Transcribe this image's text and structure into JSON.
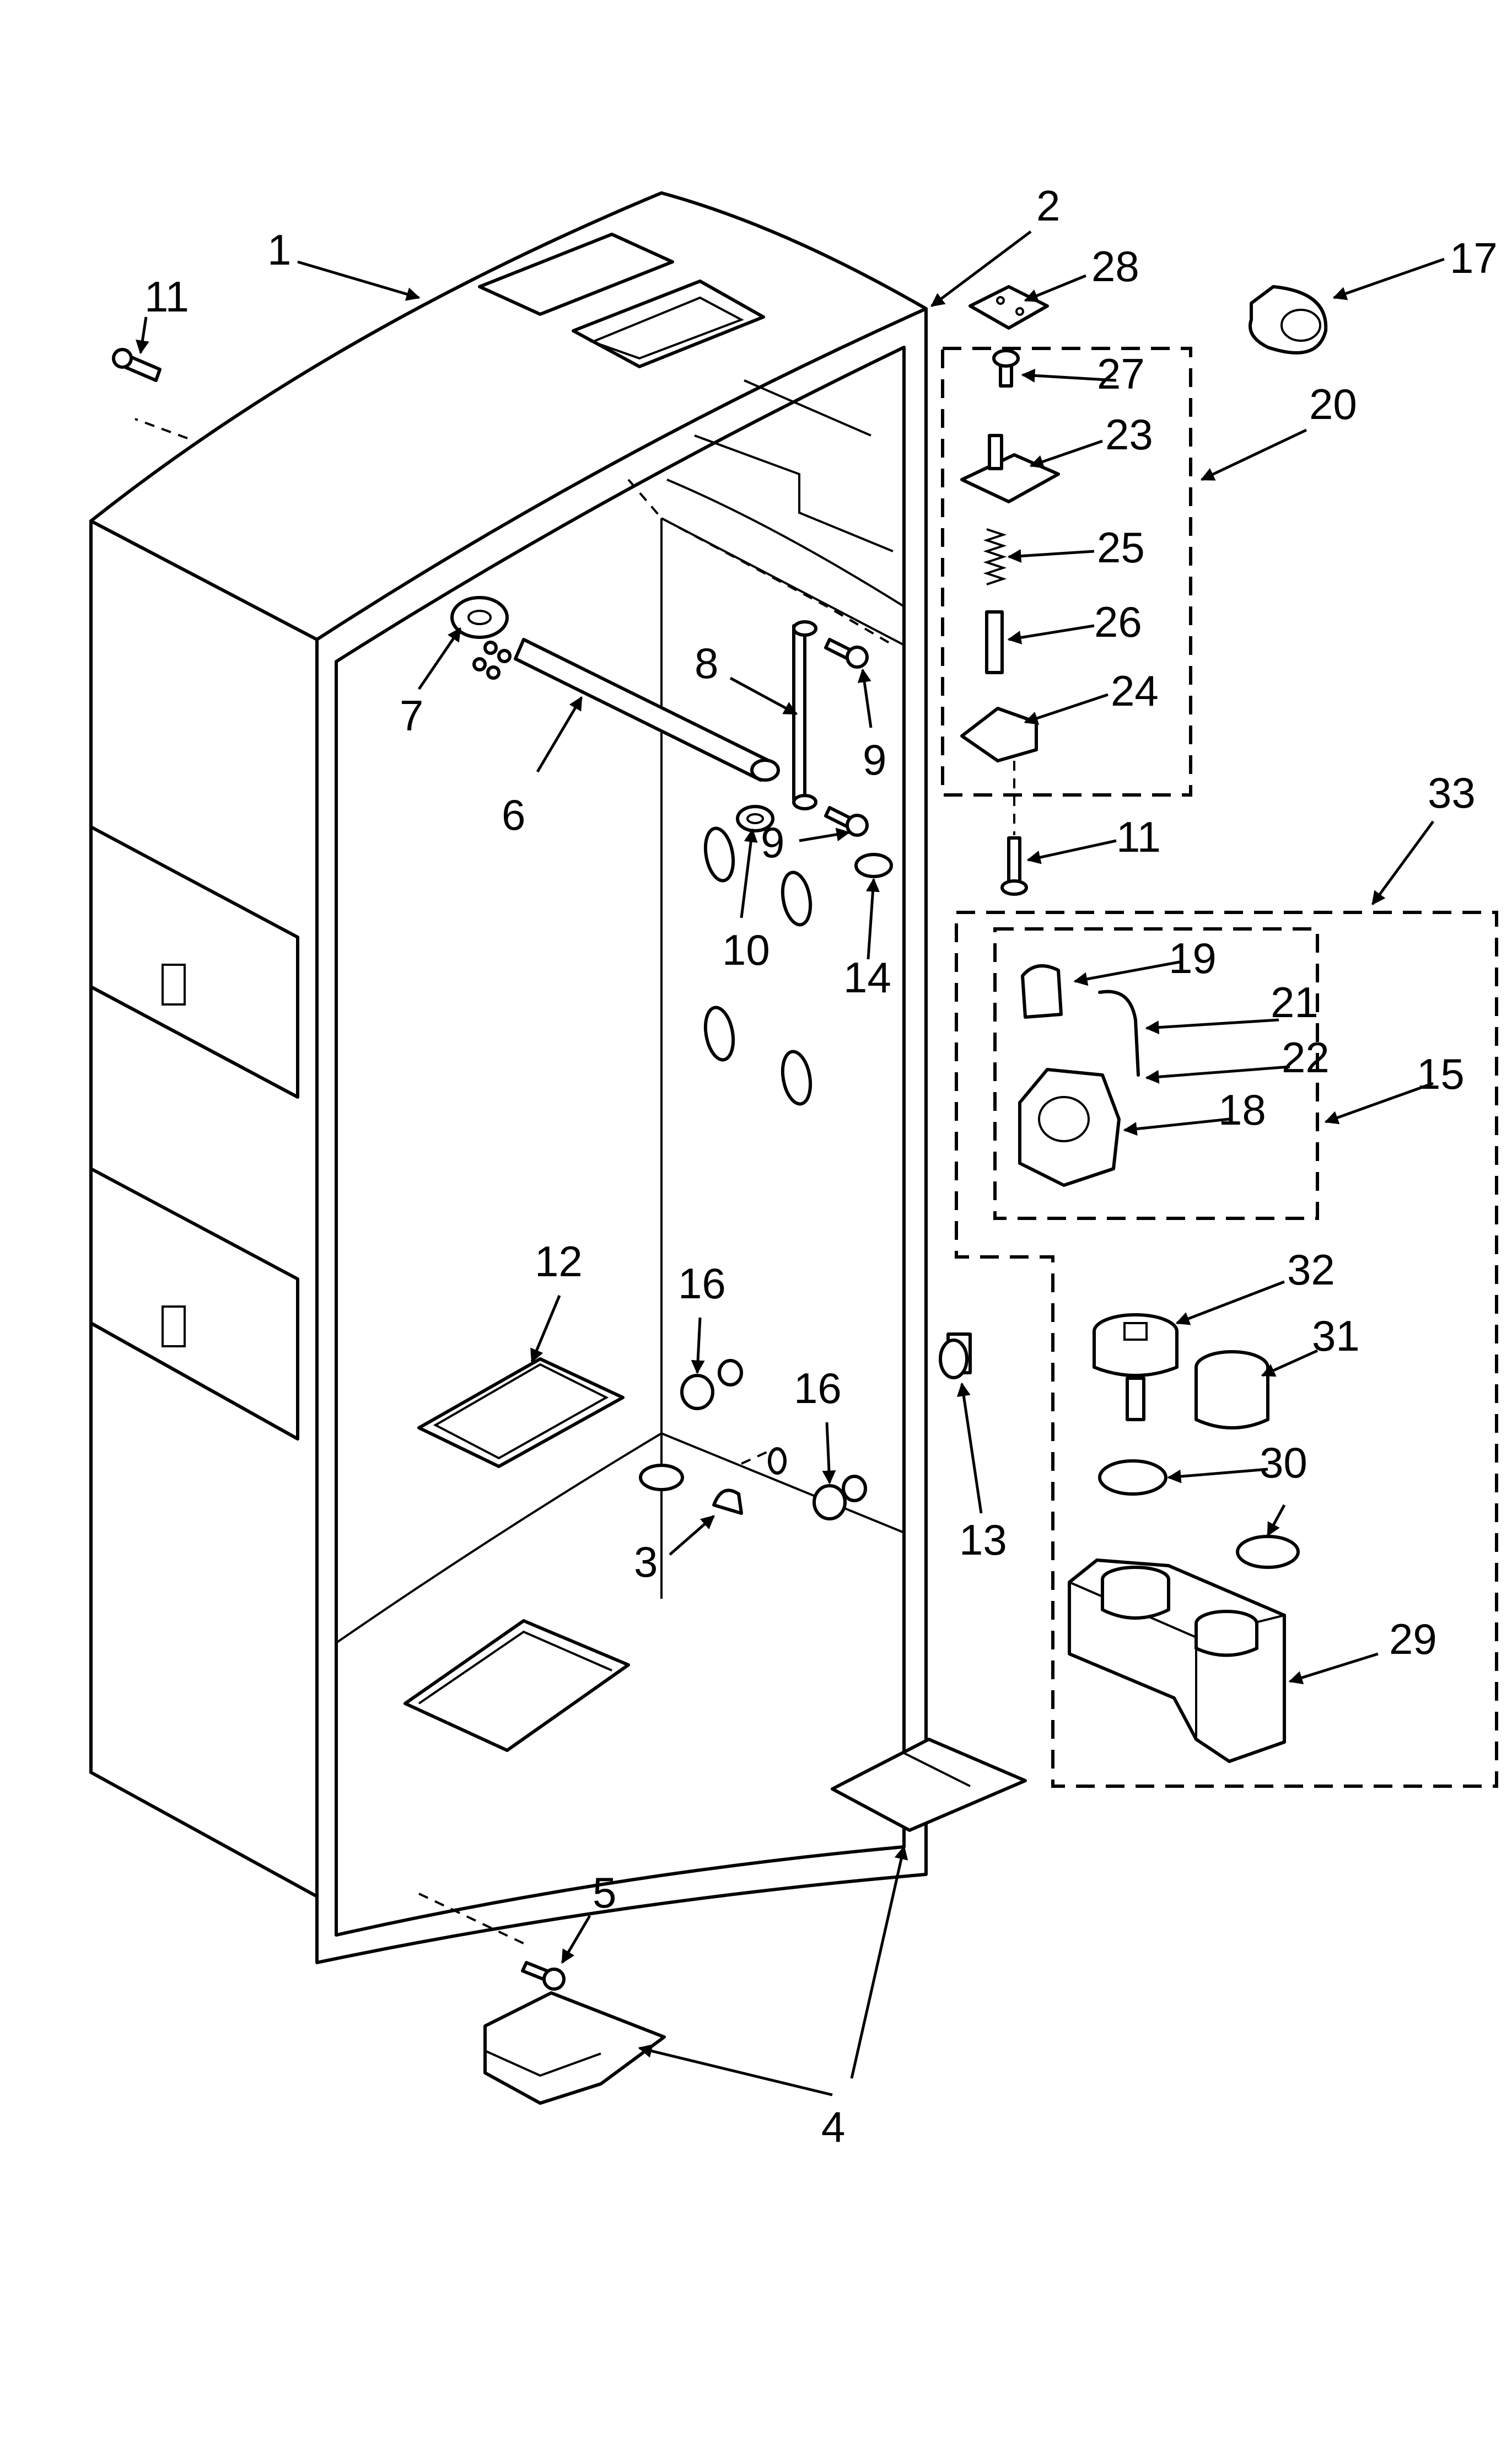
{
  "diagram": {
    "callouts": [
      {
        "id": "c1",
        "text": "1"
      },
      {
        "id": "c2",
        "text": "2"
      },
      {
        "id": "c3",
        "text": "3"
      },
      {
        "id": "c4",
        "text": "4"
      },
      {
        "id": "c5",
        "text": "5"
      },
      {
        "id": "c6",
        "text": "6"
      },
      {
        "id": "c7",
        "text": "7"
      },
      {
        "id": "c8",
        "text": "8"
      },
      {
        "id": "c9a",
        "text": "9"
      },
      {
        "id": "c9b",
        "text": "9"
      },
      {
        "id": "c10",
        "text": "10"
      },
      {
        "id": "c11a",
        "text": "11"
      },
      {
        "id": "c11b",
        "text": "11"
      },
      {
        "id": "c12",
        "text": "12"
      },
      {
        "id": "c13",
        "text": "13"
      },
      {
        "id": "c14",
        "text": "14"
      },
      {
        "id": "c15",
        "text": "15"
      },
      {
        "id": "c16a",
        "text": "16"
      },
      {
        "id": "c16b",
        "text": "16"
      },
      {
        "id": "c17",
        "text": "17"
      },
      {
        "id": "c18",
        "text": "18"
      },
      {
        "id": "c19",
        "text": "19"
      },
      {
        "id": "c20",
        "text": "20"
      },
      {
        "id": "c21",
        "text": "21"
      },
      {
        "id": "c22",
        "text": "22"
      },
      {
        "id": "c23",
        "text": "23"
      },
      {
        "id": "c24",
        "text": "24"
      },
      {
        "id": "c25",
        "text": "25"
      },
      {
        "id": "c26",
        "text": "26"
      },
      {
        "id": "c27",
        "text": "27"
      },
      {
        "id": "c28",
        "text": "28"
      },
      {
        "id": "c29",
        "text": "29"
      },
      {
        "id": "c30",
        "text": "30"
      },
      {
        "id": "c31",
        "text": "31"
      },
      {
        "id": "c32",
        "text": "32"
      },
      {
        "id": "c33",
        "text": "33"
      }
    ]
  }
}
